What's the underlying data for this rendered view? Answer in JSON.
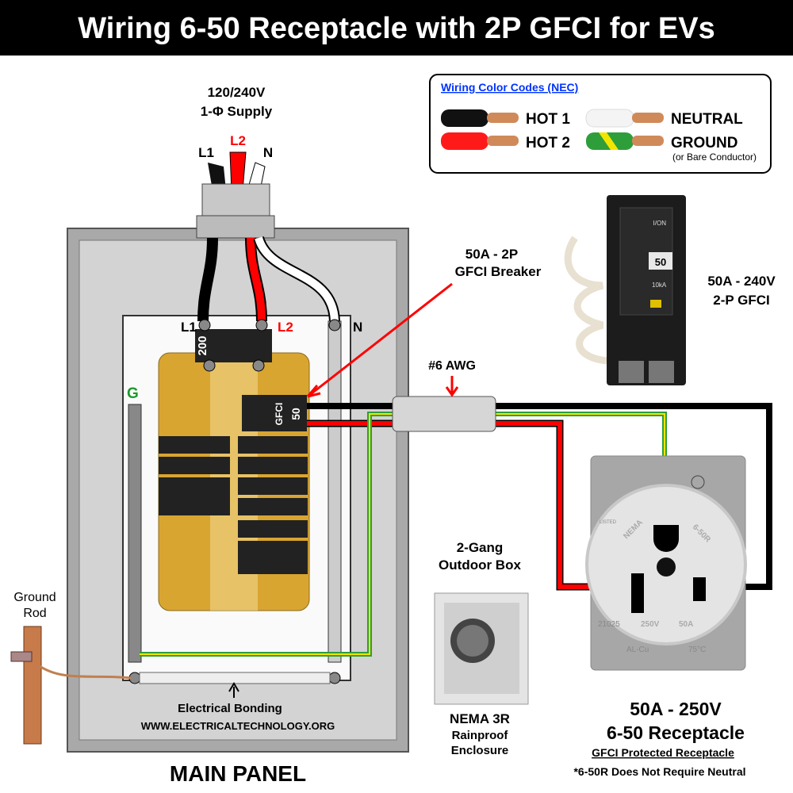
{
  "title": "Wiring 6-50 Receptacle with 2P GFCI for EVs",
  "supply": {
    "voltage": "120/240V",
    "phase": "1-Φ Supply",
    "l1": "L1",
    "l2": "L2",
    "n": "N"
  },
  "legend": {
    "heading": "Wiring Color Codes (NEC)",
    "items": [
      {
        "label": "HOT 1",
        "color": "#111111"
      },
      {
        "label": "HOT 2",
        "color": "#ff1a1a"
      },
      {
        "label": "NEUTRAL",
        "color": "#f4f4f4"
      },
      {
        "label": "GROUND",
        "color": "#2e9e3a",
        "note": "(or Bare Conductor)"
      }
    ]
  },
  "callout_breaker": {
    "line1": "50A - 2P",
    "line2": "GFCI Breaker"
  },
  "breaker_photo": {
    "line1": "50A - 240V",
    "line2": "2-P GFCI",
    "on_label": "I/ON",
    "rating": "50",
    "kaic": "10kA"
  },
  "cable": {
    "label": "#6 AWG"
  },
  "panel": {
    "l1": "L1",
    "l2": "L2",
    "n": "N",
    "g": "G",
    "main_rating": "200",
    "gfci_label": "GFCI",
    "gfci_rating": "50",
    "bonding": "Electrical Bonding",
    "website": "WWW.ELECTRICALTECHNOLOGY.ORG",
    "caption": "MAIN PANEL"
  },
  "ground_rod": {
    "line1": "Ground",
    "line2": "Rod"
  },
  "outdoor_box": {
    "line1": "2-Gang",
    "line2": "Outdoor Box",
    "cap1": "NEMA 3R",
    "cap2": "Rainproof",
    "cap3": "Enclosure"
  },
  "receptacle": {
    "line1": "50A - 250V",
    "line2": "6-50 Receptacle",
    "subtitle": "GFCI Protected Receptacle",
    "note": "*6-50R Does Not Require Neutral",
    "emboss": {
      "nema": "NEMA",
      "type": "6-50R",
      "volt": "250V",
      "amp": "50A",
      "metal": "AL-Cu",
      "temp": "75°C",
      "model": "21025",
      "listed": "LISTED"
    }
  },
  "colors": {
    "hot1": "#111111",
    "hot2": "#ff1a1a",
    "ground_green": "#2e9e3a",
    "ground_yellow": "#f2e600",
    "bus": "#d9a531",
    "title_bar": "#000000"
  }
}
